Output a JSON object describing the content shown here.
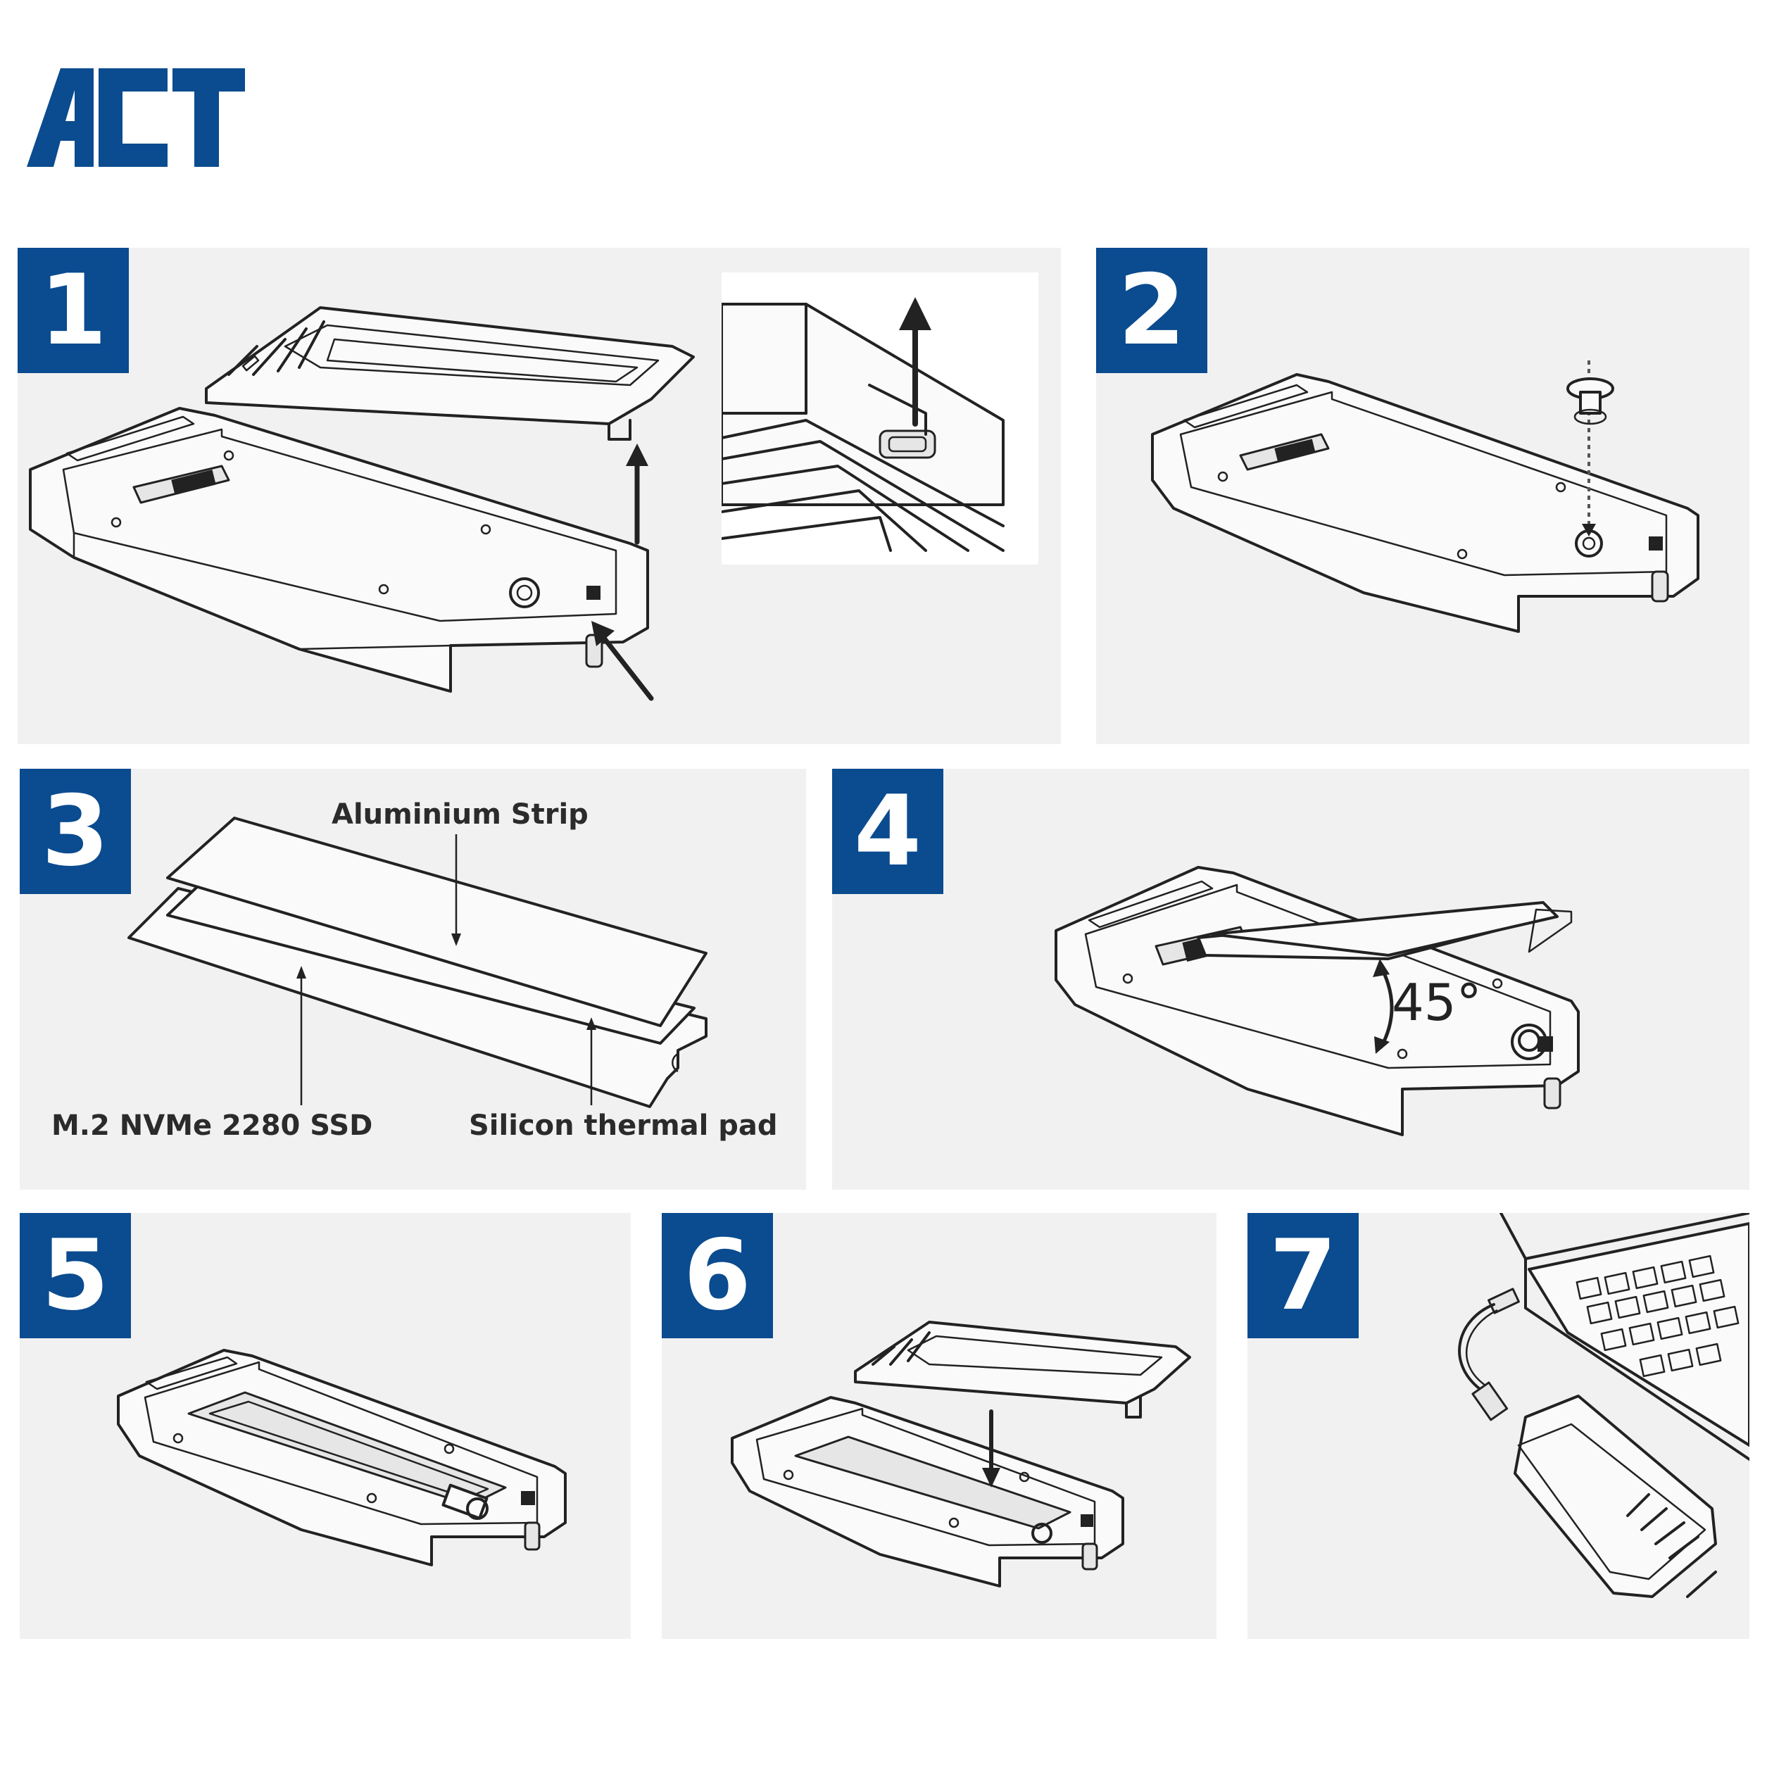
{
  "brand": {
    "logo_text": "ACT",
    "color": "#0b4b8f"
  },
  "panel_bg": "#f1f1f1",
  "steps": [
    {
      "number": "1"
    },
    {
      "number": "2"
    },
    {
      "number": "3",
      "labels": {
        "aluminium_strip": "Aluminium Strip",
        "ssd": "M.2 NVMe 2280 SSD",
        "thermal_pad": "Silicon thermal pad"
      }
    },
    {
      "number": "4",
      "angle": "45°"
    },
    {
      "number": "5"
    },
    {
      "number": "6"
    },
    {
      "number": "7"
    }
  ]
}
